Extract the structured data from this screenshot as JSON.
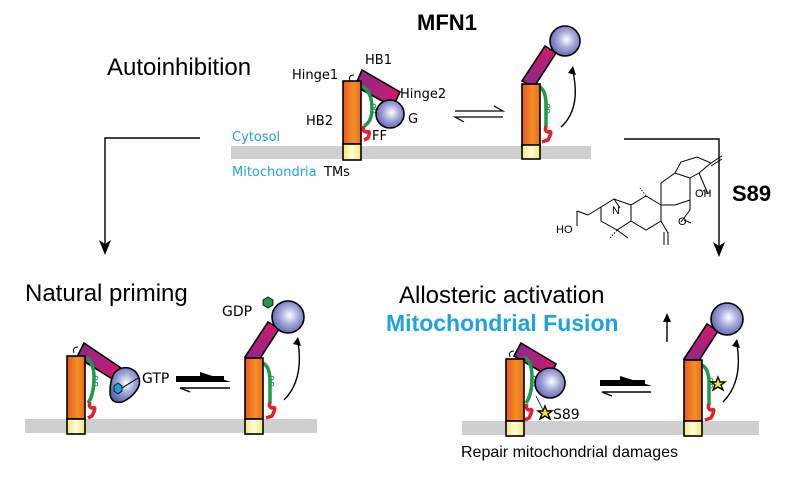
{
  "title": "MFN1",
  "panels": {
    "autoinhibition": {
      "heading": "Autoinhibition",
      "labels": {
        "hb1": "HB1",
        "hinge1": "Hinge1",
        "hinge2": "Hinge2",
        "hb2": "HB2",
        "g": "G",
        "ff": "FF",
        "tms": "TMs",
        "cytosol": "Cytosol",
        "mitochondria": "Mitochondria"
      }
    },
    "natural_priming": {
      "heading": "Natural priming",
      "labels": {
        "gtp": "GTP",
        "gdp": "GDP"
      }
    },
    "allosteric_activation": {
      "heading": "Allosteric activation",
      "subheading": "Mitochondrial Fusion",
      "labels": {
        "s89": "S89"
      },
      "footer": "Repair mitochondrial damages"
    }
  },
  "compound": {
    "name": "S89",
    "atom_labels": {
      "oh": "OH",
      "ho": "HO",
      "n": "N",
      "o": "O"
    }
  },
  "colors": {
    "cytosol_text": "#1fa3e0",
    "fusion_text": "#1fa3e0",
    "membrane": "#cfcfd1",
    "hb2": "#f07820",
    "hb1": "#b0207a",
    "g_domain": "#8a8ed0",
    "linker": "#1e9a4a",
    "ff": "#e0202a",
    "tm": "#f5ef8a",
    "gtp": "#1fa3e0",
    "gdp": "#1e9a4a",
    "star": "#f5e51e"
  }
}
